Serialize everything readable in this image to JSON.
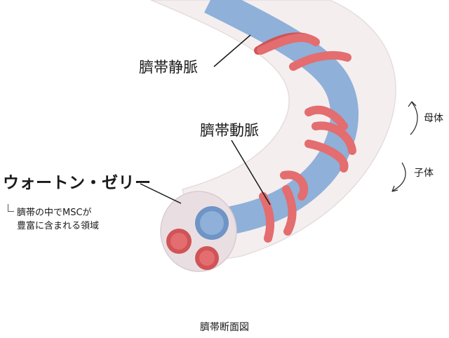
{
  "labels": {
    "vein": "臍帯静脈",
    "artery": "臍帯動脈",
    "wharton": "ウォートン・ゼリー",
    "msc_line1": "臍帯の中でMSCが",
    "msc_line2": "豊富に含まれる領域",
    "mother": "母体",
    "child": "子体",
    "caption": "臍帯断面図"
  },
  "colors": {
    "jelly": "#f4eeef",
    "jelly_edge": "#e6dcde",
    "cut_face": "#e9dfe2",
    "vein": "#8fb0d8",
    "vein_dark": "#6f94c6",
    "artery": "#e36d6f",
    "artery_dark": "#d05457",
    "line": "#1a1a1a"
  },
  "icons": {
    "mother_arrow": "curved-arrow-up-icon",
    "child_arrow": "curved-arrow-down-icon"
  }
}
